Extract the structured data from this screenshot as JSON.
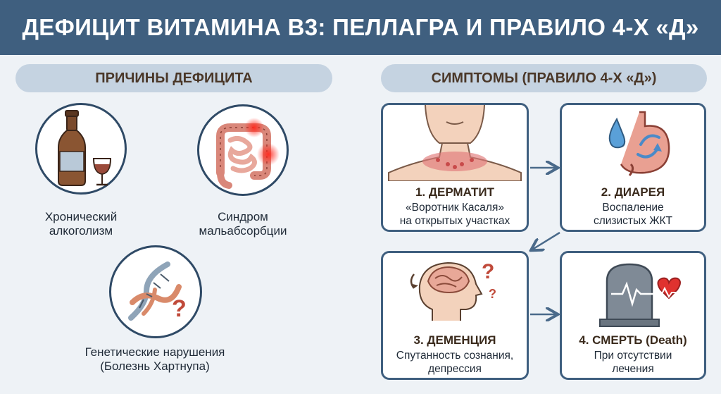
{
  "title": "ДЕФИЦИТ ВИТАМИНА B3: ПЕЛЛАГРА И ПРАВИЛО 4-Х «Д»",
  "causes": {
    "heading": "ПРИЧИНЫ ДЕФИЦИТА",
    "items": [
      {
        "line1": "Хронический",
        "line2": "алкоголизм",
        "icon": "alcohol-bottle-icon"
      },
      {
        "line1": "Синдром",
        "line2": "мальабсорбции",
        "icon": "intestine-icon"
      },
      {
        "line1": "Генетические нарушения",
        "line2": "(Болезнь Хартнупа)",
        "icon": "dna-icon"
      }
    ]
  },
  "symptoms": {
    "heading": "СИМПТОМЫ (ПРАВИЛО 4-Х «Д»)",
    "items": [
      {
        "title": "1. ДЕРМАТИТ",
        "line1": "«Воротник Касаля»",
        "line2": "на открытых участках",
        "icon": "neck-rash-icon"
      },
      {
        "title": "2. ДИАРЕЯ",
        "line1": "Воспаление",
        "line2": "слизистых ЖКТ",
        "icon": "stomach-drop-icon"
      },
      {
        "title": "3. ДЕМЕНЦИЯ",
        "line1": "Спутанность сознания,",
        "line2": "депрессия",
        "icon": "confused-head-icon"
      },
      {
        "title": "4. СМЕРТЬ (Death)",
        "line1": "При отсутствии",
        "line2": "лечения",
        "icon": "gravestone-icon"
      }
    ]
  },
  "colors": {
    "header_bg": "#3f5f7f",
    "pill_bg": "#c5d3e1",
    "border": "#2f4a66",
    "accent_red": "#e0322f"
  }
}
